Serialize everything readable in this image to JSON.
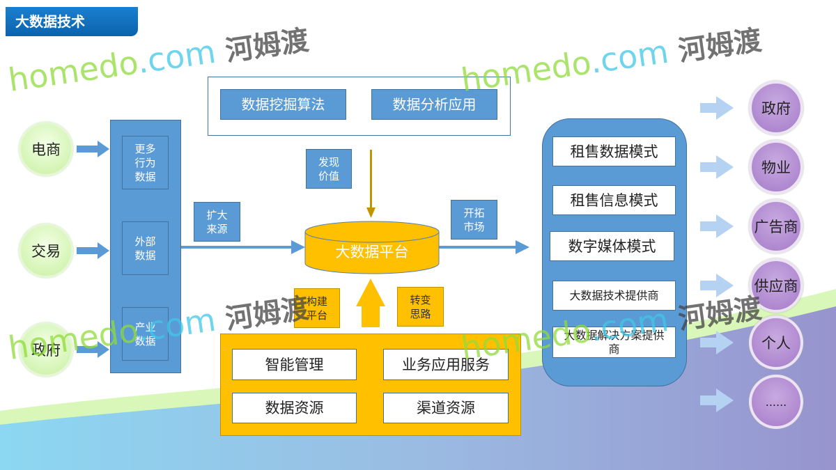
{
  "title": "大数据技术",
  "sources": [
    "电商",
    "交易",
    "政府"
  ],
  "data_column": [
    "更多\n行为\n数据",
    "外部\n数据",
    "产业\n数据"
  ],
  "expand_source": "扩大\n来源",
  "top_panel": [
    "数据挖掘算法",
    "数据分析应用"
  ],
  "discover_value": "发现\n价值",
  "platform": "大数据平台",
  "open_market": "开拓\n市场",
  "build_platform": "构建\n平台",
  "change_thinking": "转变\n思路",
  "bottom_panel": [
    "智能管理",
    "业务应用服务",
    "数据资源",
    "渠道资源"
  ],
  "models": [
    "租售数据模式",
    "租售信息模式",
    "数字媒体模式",
    "大数据技术提供商",
    "大数据解决方案提供商"
  ],
  "customers": [
    "政府",
    "物业",
    "广告商",
    "供应商",
    "个人",
    "......"
  ],
  "watermark": {
    "brand": "homedo",
    "domain": ".com",
    "cn": "河姆渡"
  },
  "colors": {
    "blue": "#5b9bd5",
    "gold": "#ffc000",
    "purple": "#a57bc9",
    "green": "#c8f0a0"
  }
}
